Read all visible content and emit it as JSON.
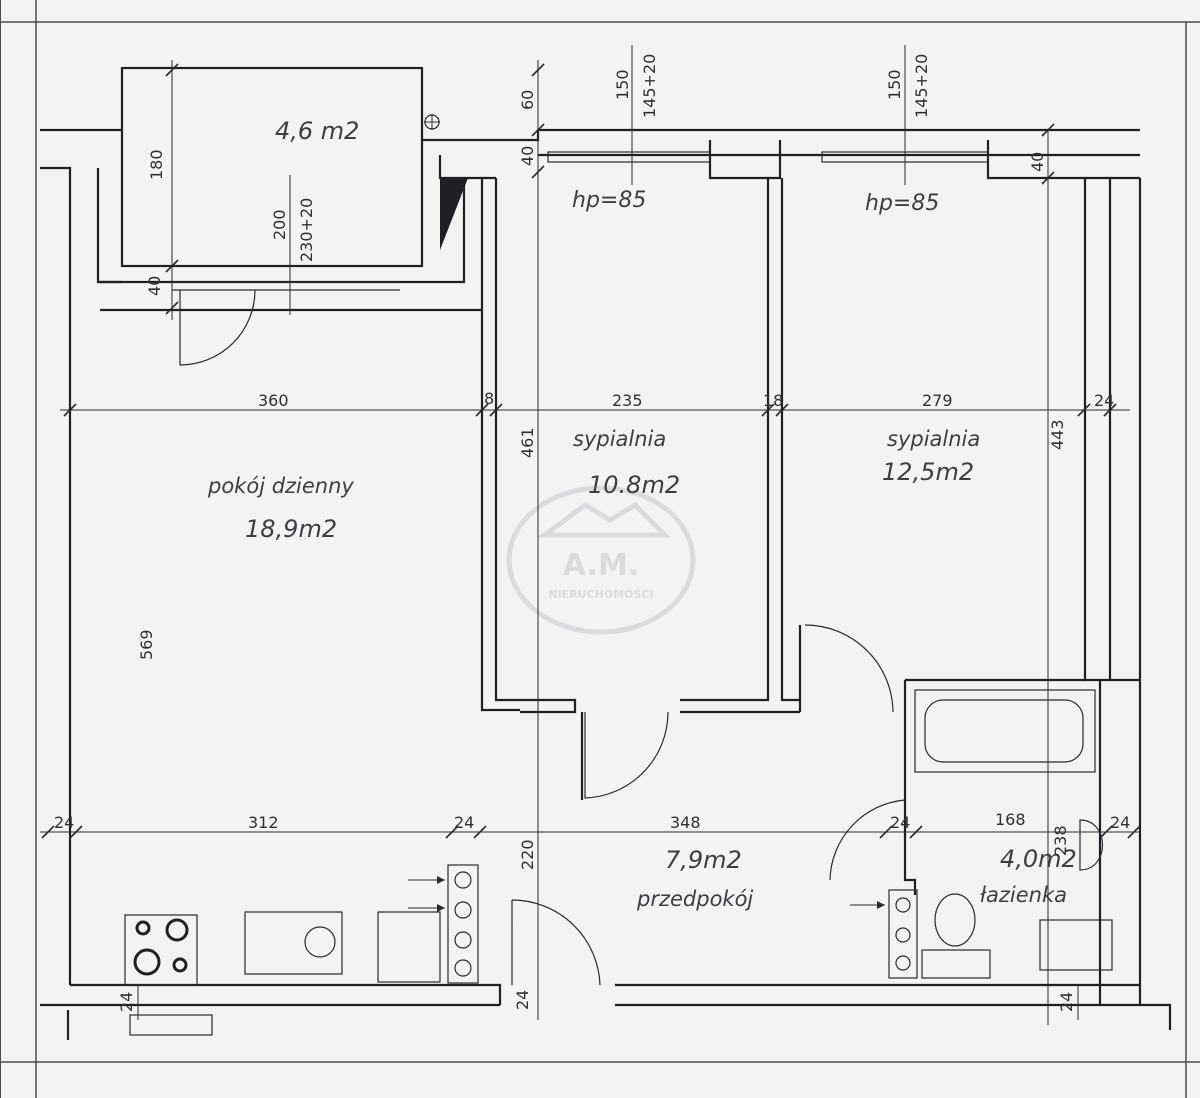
{
  "rooms": {
    "balcony": {
      "area": "4,6  m2"
    },
    "living": {
      "name": "pokój  dzienny",
      "area": "18,9m2"
    },
    "bedroom1": {
      "name": "sypialnia",
      "area": "10.8m2"
    },
    "bedroom2": {
      "name": "sypialnia",
      "area": "12,5m2"
    },
    "hall": {
      "name": "przedpokój",
      "area": "7,9m2"
    },
    "bathroom": {
      "name": "łazienka",
      "area": "4,0m2"
    }
  },
  "windows": {
    "bedroom1": {
      "sill": "hp=85",
      "width": "150",
      "opening": "145+20"
    },
    "bedroom2": {
      "sill": "hp=85",
      "width": "150",
      "opening": "145+20"
    },
    "balcony_door": {
      "height": "200",
      "opening": "230+20"
    }
  },
  "dimensions": {
    "row_top": [
      "360",
      "8",
      "235",
      "18",
      "279",
      "24"
    ],
    "row_bottom": [
      "24",
      "312",
      "24",
      "348",
      "24",
      "168",
      "24"
    ],
    "vertical": {
      "balcony_depth": "180",
      "wall_40_left": "40",
      "wall_40_mid": "40",
      "wall_40_right": "40",
      "parapet_60": "60",
      "living_depth": "569",
      "bedroom_depth": "461",
      "bedroom2_depth": "443",
      "hall_depth": "220",
      "bath_width": "238",
      "bottom_left": "24",
      "bottom_mid": "24",
      "bottom_right": "24"
    }
  },
  "watermark": {
    "line1": "A.M.",
    "line2": "NIERUCHOMOŚCI"
  },
  "colors": {
    "paper": "#f3f3f4",
    "ink": "#1f2024",
    "watermark": "#c8c9cf"
  }
}
